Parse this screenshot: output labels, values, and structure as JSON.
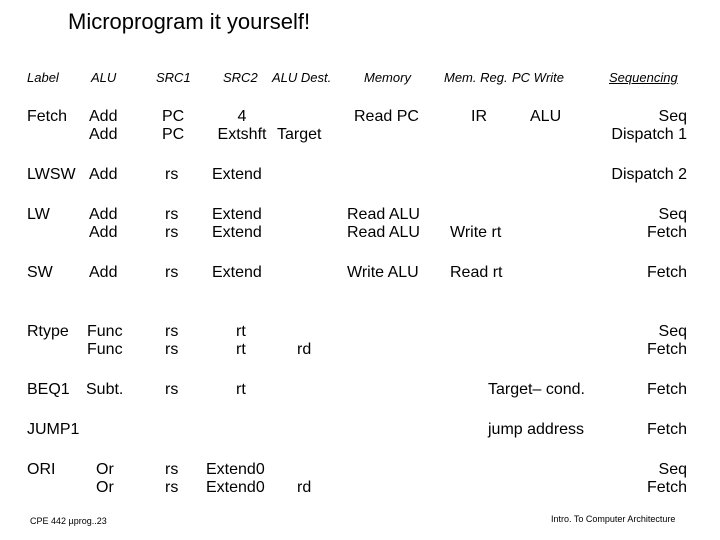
{
  "title": "Microprogram it yourself!",
  "headers": {
    "label": "Label",
    "alu": "ALU",
    "src1": "SRC1",
    "src2": "SRC2",
    "alu_dest": "ALU Dest.",
    "memory": "Memory",
    "mem_reg": "Mem. Reg.",
    "pc_write": "PC Write",
    "sequencing": "Sequencing"
  },
  "rows": {
    "fetch": {
      "label": "Fetch",
      "alu": "Add\nAdd",
      "src1": "PC\nPC",
      "src2": "4\nExtshft",
      "alu_dest": "Target",
      "memory": "Read PC",
      "mem_reg": "IR",
      "pc_write": "ALU",
      "sequencing": "Seq\nDispatch 1"
    },
    "lwsw": {
      "label": "LWSW",
      "alu": "Add",
      "src1": "rs",
      "src2": "Extend",
      "sequencing": "Dispatch 2"
    },
    "lw": {
      "label": "LW",
      "alu": "Add\nAdd",
      "src1": "rs\nrs",
      "src2": "Extend\nExtend",
      "memory": "Read ALU\nRead ALU",
      "mem_reg": "Write rt",
      "sequencing": "Seq\nFetch"
    },
    "sw": {
      "label": "SW",
      "alu": "Add",
      "src1": "rs",
      "src2": "Extend",
      "memory": "Write ALU",
      "mem_reg": "Read rt",
      "sequencing": "Fetch"
    },
    "rtype": {
      "label": "Rtype",
      "alu": "Func\nFunc",
      "src1": "rs\nrs",
      "src2": "rt\nrt",
      "alu_dest": "rd",
      "sequencing": "Seq\nFetch"
    },
    "beq1": {
      "label": "BEQ1",
      "alu": "Subt.",
      "src1": "rs",
      "src2": "rt",
      "pc_write": "Target– cond.",
      "sequencing": "Fetch"
    },
    "jump1": {
      "label": "JUMP1",
      "pc_write": "jump address",
      "sequencing": "Fetch"
    },
    "ori": {
      "label": "ORI",
      "alu": "Or\nOr",
      "src1": "rs\nrs",
      "src2": "Extend0\nExtend0",
      "alu_dest": "rd",
      "sequencing": "Seq\nFetch"
    }
  },
  "footer": {
    "left": "CPE 442 µprog..23",
    "right": "Intro. To Computer Architecture"
  }
}
